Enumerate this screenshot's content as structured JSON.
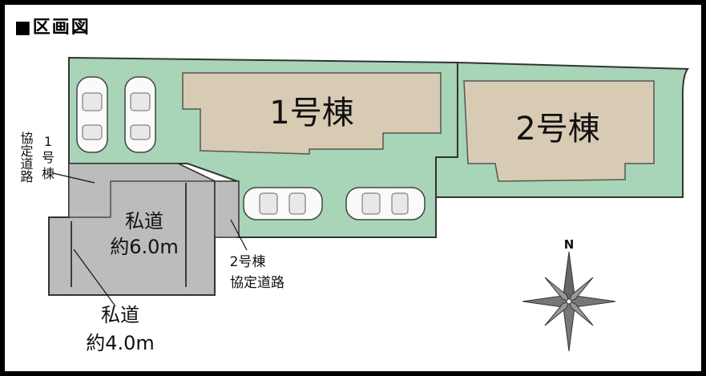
{
  "title": "■区画図",
  "lots": [
    {
      "id": "lot-1",
      "label": "1号棟"
    },
    {
      "id": "lot-2",
      "label": "2号棟"
    }
  ],
  "roads": {
    "private_road_main": {
      "line1": "私道",
      "line2": "約6.0m"
    },
    "private_road_small": {
      "line1": "私道",
      "line2": "約4.0m"
    },
    "agreement_road_1": {
      "line1": "1",
      "line2": "号",
      "line3": "棟",
      "vertical": "協定道路"
    },
    "agreement_road_2": {
      "line1": "2号棟",
      "line2": "協定道路"
    }
  },
  "compass": {
    "north_label": "N"
  },
  "colors": {
    "lot_green": "#a8d4b8",
    "building_beige": "#d8cbb4",
    "road_gray": "#bcbcbc",
    "outline": "#333333"
  }
}
